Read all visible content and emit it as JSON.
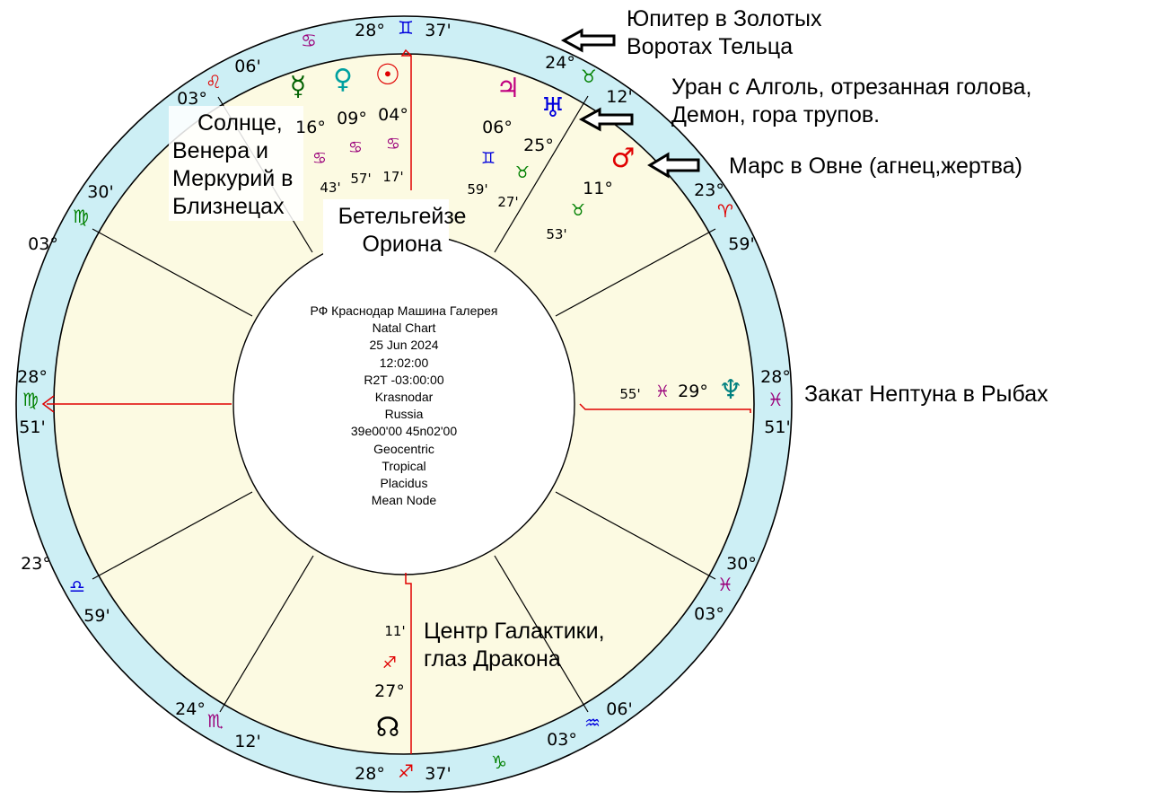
{
  "chart_info": {
    "title": "РФ Краснодар Машина Галерея",
    "lines": [
      "Natal Chart",
      "25 Jun 2024",
      "12:02:00",
      "R2T -03:00:00",
      "Krasnodar",
      "Russia",
      "39e00'00 45n02'00",
      "Geocentric",
      "Tropical",
      "Placidus",
      "Mean Node"
    ]
  },
  "annotations": {
    "jupiter": [
      "Юпитер в Золотых",
      "Воротах Тельца"
    ],
    "uranus": [
      "Уран с Алголь, отрезанная голова,",
      "Демон, гора трупов."
    ],
    "mars": "Марс в Овне (агнец,жертва)",
    "neptune": "Закат Нептуна в Рыбах",
    "sun_group": [
      "Солнце,",
      "Венера и",
      "Меркурий в",
      "Близнецах"
    ],
    "betelgeuse": [
      "Бетельгейзе",
      "Ориона"
    ],
    "galactic_center": [
      "Центр Галактики,",
      "глаз Дракона"
    ]
  },
  "cusps": [
    {
      "deg": "28°",
      "sign_glyph": "♍",
      "sign_color": "#008000",
      "min": "51'"
    },
    {
      "deg": "23°",
      "sign_glyph": "♎",
      "sign_color": "#0000dd",
      "min": "59'"
    },
    {
      "deg": "24°",
      "sign_glyph": "♏",
      "sign_color": "#9a007a",
      "min": "12'"
    },
    {
      "deg": "28°",
      "sign_glyph": "♐",
      "sign_color": "#e00000",
      "min": "37'"
    },
    {
      "deg": "03°",
      "sign_glyph": "♑",
      "sign_color": "#008000",
      "min": "06'"
    },
    {
      "deg": "03°",
      "sign_glyph": "♒",
      "sign_color": "#0000dd",
      "min": "06'"
    },
    {
      "deg": "30°",
      "sign_glyph": "♓",
      "sign_color": "#9a007a",
      "min": "03°"
    },
    {
      "deg": "28°",
      "sign_glyph": "♓",
      "sign_color": "#9a007a",
      "min": "51'"
    },
    {
      "deg": "23°",
      "sign_glyph": "♈",
      "sign_color": "#e00000",
      "min": "59'"
    },
    {
      "deg": "24°",
      "sign_glyph": "♉",
      "sign_color": "#008000",
      "min": "12'"
    },
    {
      "deg": "28°",
      "sign_glyph": "♊",
      "sign_color": "#0000dd",
      "min": "37'"
    },
    {
      "deg": "03°",
      "sign_glyph": "♋",
      "sign_color": "#9a007a",
      "min": "06'"
    },
    {
      "deg": "06'",
      "sign_glyph": "♌",
      "sign_color": "#e00000",
      "min": "03°"
    },
    {
      "deg": "30'",
      "sign_glyph": "♍",
      "sign_color": "#008000",
      "min": "03°"
    }
  ],
  "planets": [
    {
      "name": "mercury",
      "glyph": "☿",
      "color": "#006000",
      "deg": "16°",
      "sign_glyph": "♋",
      "sign_color": "#9a007a",
      "min": "43'"
    },
    {
      "name": "venus",
      "glyph": "♀",
      "color": "#00a0a0",
      "deg": "09°",
      "sign_glyph": "♋",
      "sign_color": "#9a007a",
      "min": "57'"
    },
    {
      "name": "sun",
      "glyph": "☉",
      "color": "#e00000",
      "deg": "04°",
      "sign_glyph": "♋",
      "sign_color": "#9a007a",
      "min": "17'"
    },
    {
      "name": "jupiter",
      "glyph": "♃",
      "color": "#c00080",
      "deg": "06°",
      "sign_glyph": "♊",
      "sign_color": "#0000dd",
      "min": "59'"
    },
    {
      "name": "uranus",
      "glyph": "♅",
      "color": "#0000dd",
      "deg": "25°",
      "sign_glyph": "♉",
      "sign_color": "#008000",
      "min": "27'"
    },
    {
      "name": "mars",
      "glyph": "♂",
      "color": "#e00000",
      "deg": "11°",
      "sign_glyph": "♉",
      "sign_color": "#008000",
      "min": "53'"
    },
    {
      "name": "neptune",
      "glyph": "♆",
      "color": "#008080",
      "deg": "29°",
      "sign_glyph": "♓",
      "sign_color": "#9a007a",
      "min": "55'"
    },
    {
      "name": "mean-node",
      "glyph": "☊",
      "color": "#000000",
      "deg": "27°",
      "sign_glyph": "♐",
      "sign_color": "#e00000",
      "min": "11'"
    }
  ],
  "colors": {
    "outer_ring": "#cdeff5",
    "house_fill": "#fcfae2",
    "axis_red": "#e00000"
  }
}
